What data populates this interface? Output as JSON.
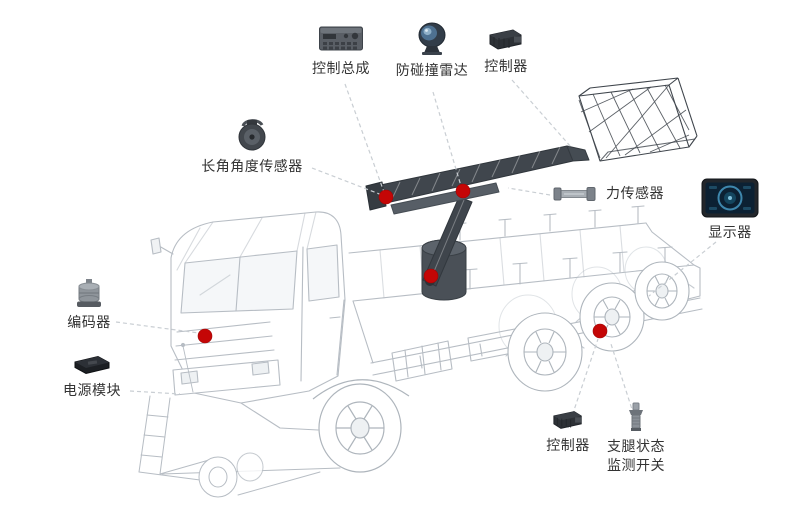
{
  "diagram": {
    "kind": "annotated-equipment-diagram",
    "subject": "aerial-work-platform-truck-wireframe"
  },
  "colors": {
    "background": "#ffffff",
    "marker_red": "#c40606",
    "wireframe_gray": "#b7bdc4",
    "boom_dark": "#40464d",
    "connector_dash": "#c9ced3",
    "label_text": "#333333"
  },
  "labels": {
    "control_assembly": "控制总成",
    "anti_collision_radar": "防碰撞雷达",
    "controller_top": "控制器",
    "angle_sensor": "长角角度传感器",
    "force_sensor": "力传感器",
    "display": "显示器",
    "encoder": "编码器",
    "power_module": "电源模块",
    "controller_bottom": "控制器",
    "outrigger_switch": "支腿状态\n监测开关"
  },
  "icons": [
    "control-assembly-icon",
    "anti-collision-radar-icon",
    "controller-icon",
    "angle-sensor-icon",
    "force-sensor-icon",
    "display-icon",
    "encoder-icon",
    "power-module-icon",
    "controller-icon",
    "outrigger-switch-icon"
  ],
  "markers": {
    "shape": "dot",
    "color": "#c40606"
  }
}
